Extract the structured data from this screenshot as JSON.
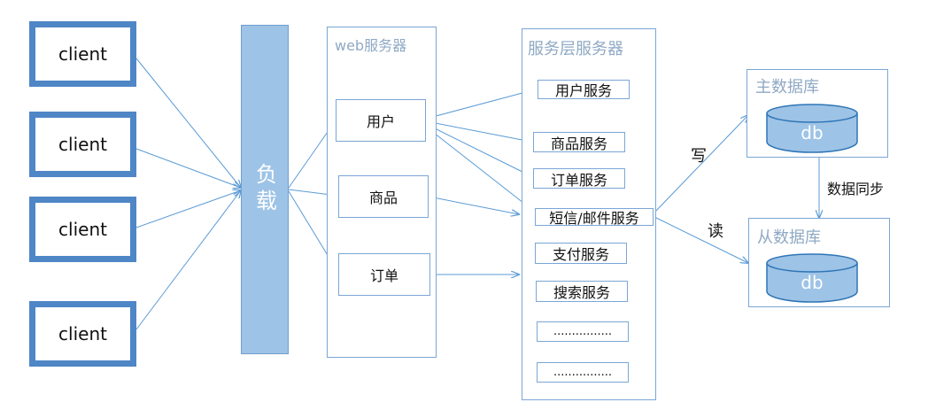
{
  "clients": [
    "client",
    "client",
    "client",
    "client"
  ],
  "load_balancer": "负载",
  "web": {
    "title": "web服务器",
    "items": [
      "用户",
      "商品",
      "订单"
    ]
  },
  "service": {
    "title": "服务层服务器",
    "items": [
      "用户服务",
      "商品服务",
      "订单服务",
      "短信/邮件服务",
      "支付服务",
      "搜索服务",
      "................",
      "................"
    ]
  },
  "db": {
    "master_title": "主数据库",
    "slave_title": "从数据库",
    "db_label": "db",
    "write_label": "写",
    "read_label": "读",
    "sync_label": "数据同步"
  },
  "colors": {
    "client_border": "#4f86c6",
    "load_balancer": "#9dc3e6",
    "arrow": "#5b9bd5",
    "cylinder": "#9dc3e6"
  }
}
